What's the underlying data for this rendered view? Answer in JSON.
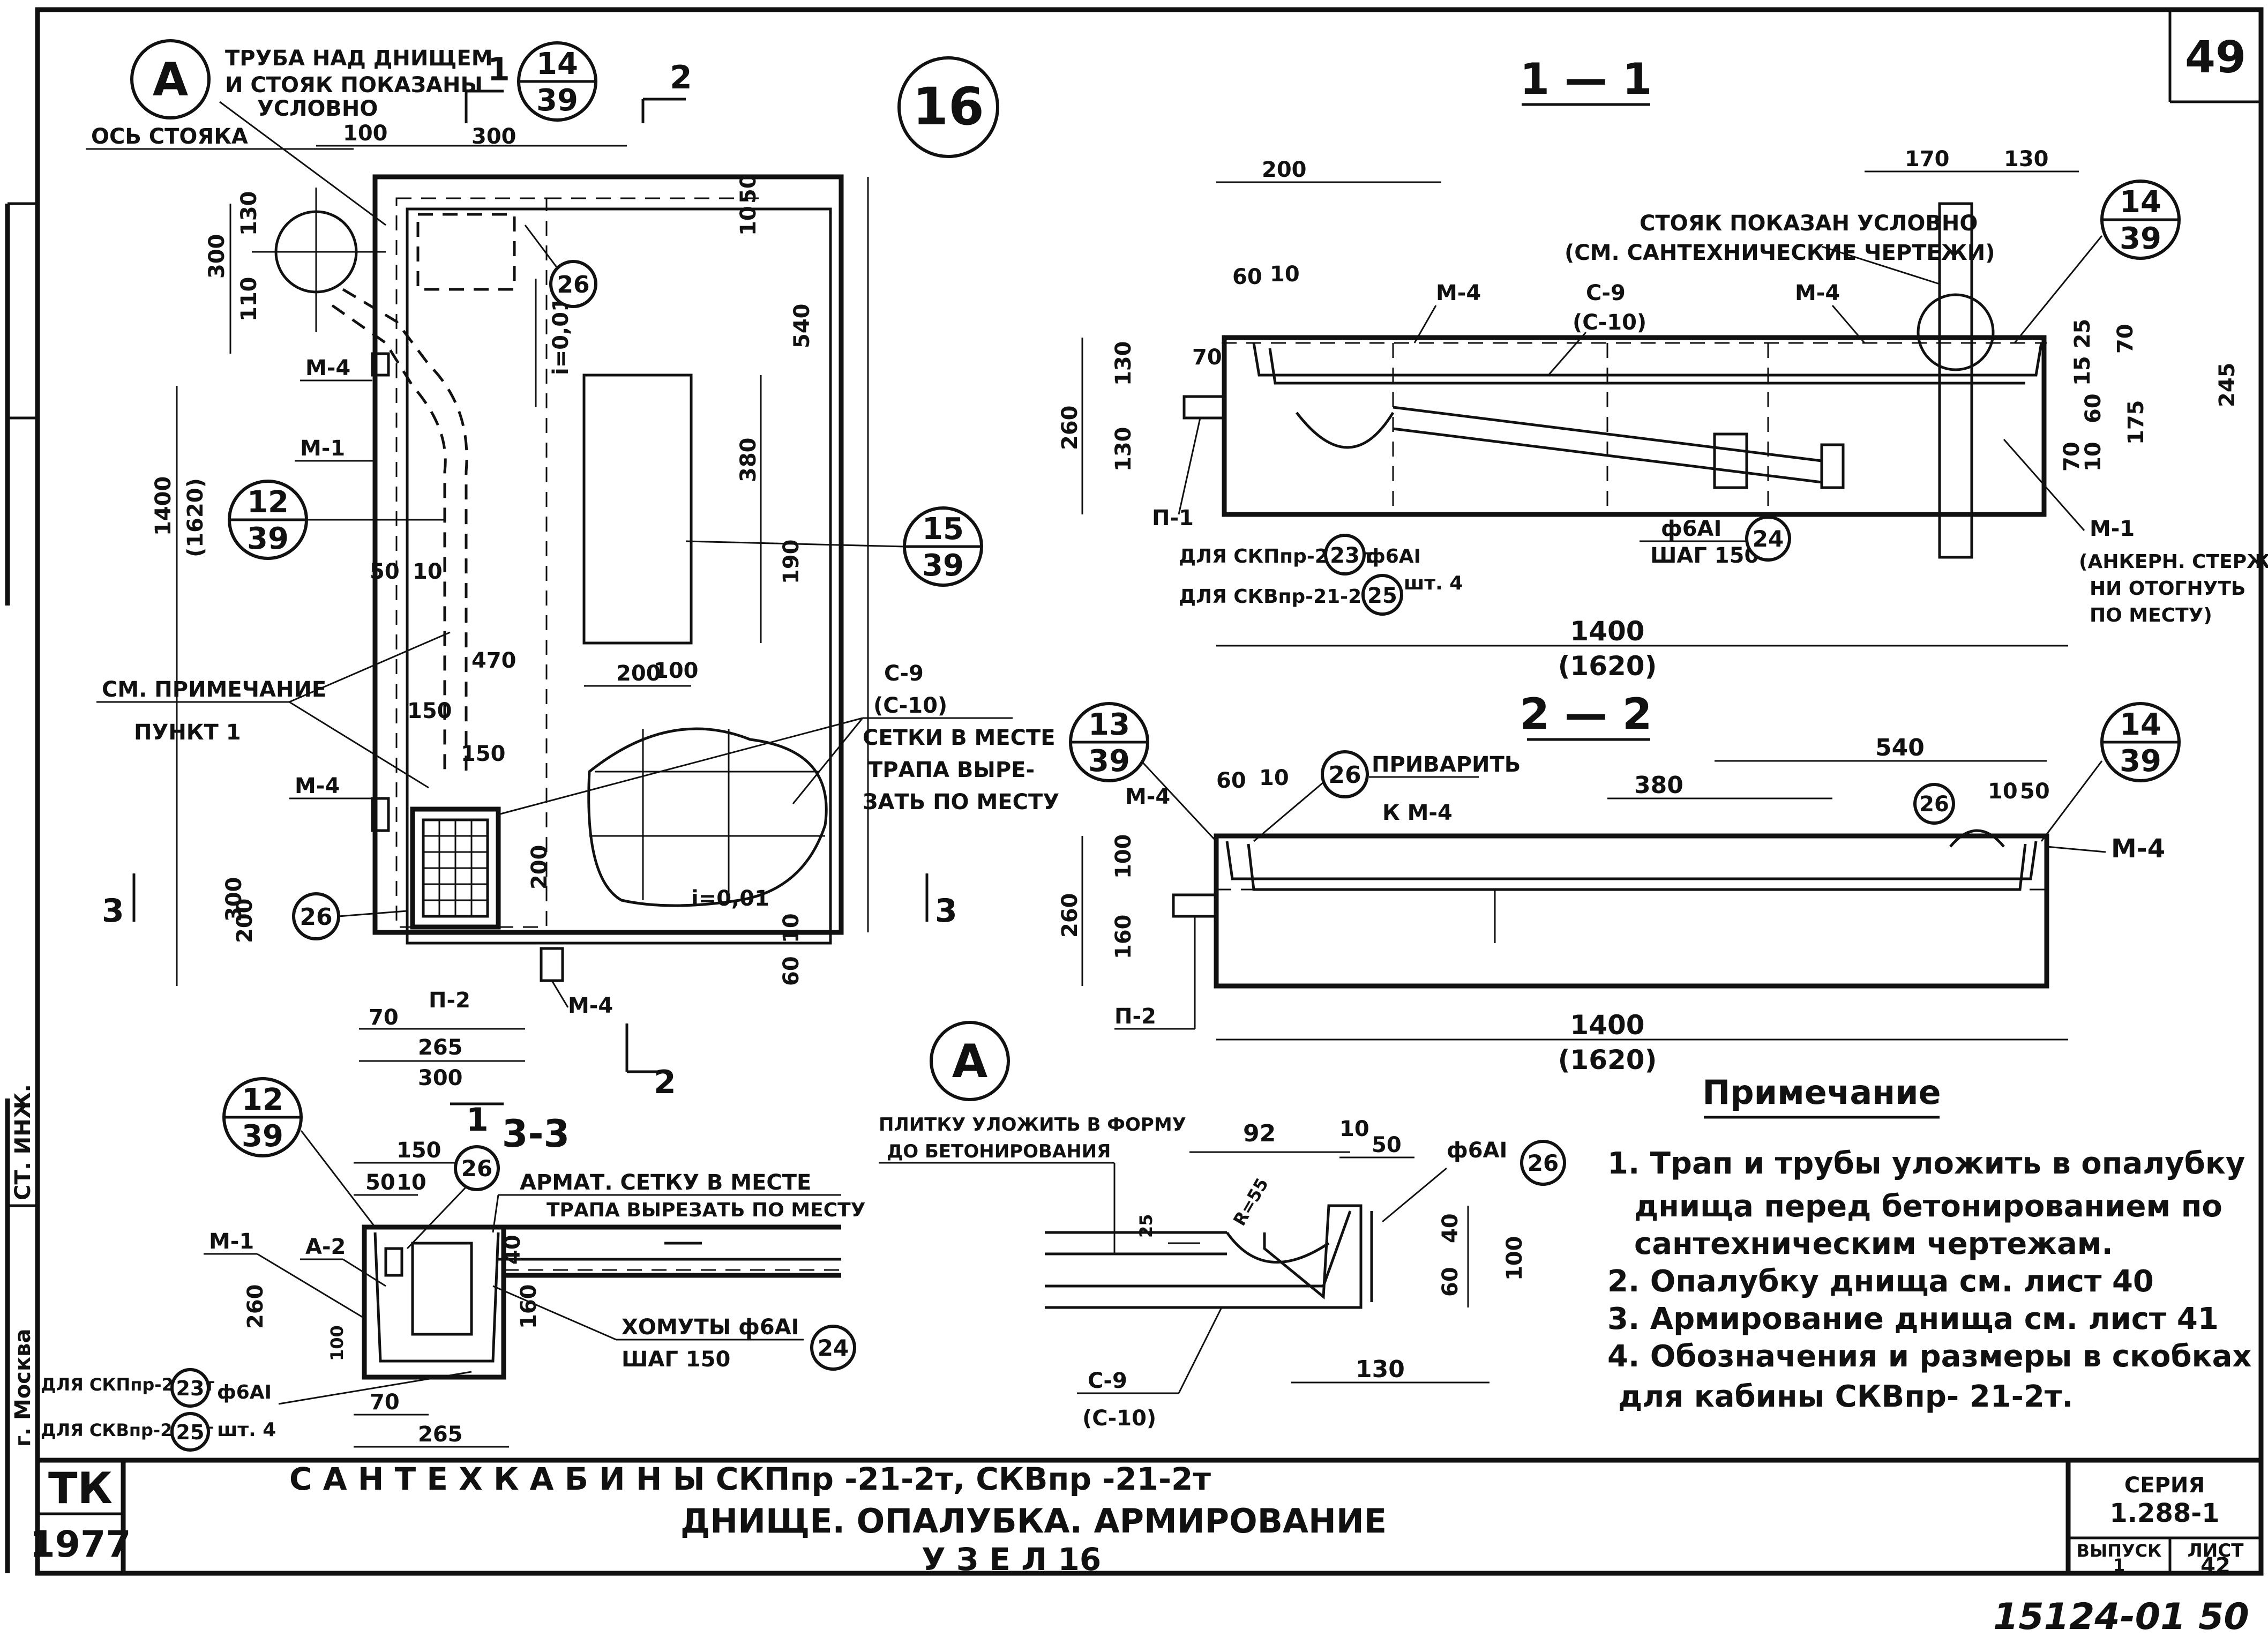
{
  "sheet_no": "49",
  "node_no": "16",
  "bubble_a": "A",
  "top_label": {
    "line1": "ТРУБА НАД ДНИЩЕМ",
    "line2": "И СТОЯК ПОКАЗАНЫ",
    "line3": "УСЛОВНО"
  },
  "riser_axis": "ОСЬ СТОЯКА",
  "plan": {
    "section_1": "1",
    "section_2": "2",
    "section_3": "3",
    "ref_14_39": {
      "top": "14",
      "bottom": "39"
    },
    "ref_12_39": {
      "top": "12",
      "bottom": "39"
    },
    "ref_15_39": {
      "top": "15",
      "bottom": "39"
    },
    "dims": {
      "d100": "100",
      "d300": "300",
      "d50": "50",
      "d10": "10",
      "d540": "540",
      "d380": "380",
      "d190": "190",
      "d200": "200",
      "d100b": "100",
      "d470": "470",
      "d150": "150",
      "d150b": "150",
      "d1400": "1400",
      "d1620": "(1620)",
      "d300v": "300",
      "d130": "130",
      "d110": "110",
      "d50v": "50",
      "d10v": "10",
      "d300b": "300",
      "d200b": "200",
      "d200c": "200",
      "d10c": "10",
      "d60c": "60",
      "d70": "70",
      "d265": "265",
      "d300c": "300"
    },
    "slope1": "i=0,01",
    "slope2": "i=0,01",
    "m4": "М-4",
    "m1": "М-1",
    "m4b": "М-4",
    "m4c": "М-4",
    "p2": "П-2",
    "c9": "С-9",
    "c10": "(С-10)",
    "c9_note1": "СЕТКИ В МЕСТЕ",
    "c9_note2": "ТРАПА ВЫРЕ-",
    "c9_note3": "ЗАТЬ ПО МЕСТУ",
    "see_note1": "СМ. ПРИМЕЧАНИЕ",
    "see_note2": "ПУНКТ 1",
    "bubble26": "26"
  },
  "sec11": {
    "title": "1 — 1",
    "riser_note1": "СТОЯК ПОКАЗАН УСЛОВНО",
    "riser_note2": "(СМ. САНТЕХНИЧЕСКИЕ ЧЕРТЕЖИ)",
    "d200": "200",
    "d170": "170",
    "d130": "130",
    "d60": "60",
    "d10": "10",
    "d70": "70",
    "d260": "260",
    "d130a": "130",
    "d130b": "130",
    "d1525": "15 25",
    "d70b": "70",
    "d245": "245",
    "d175": "175",
    "d60b": "60",
    "d70c": "70",
    "d10b": "10",
    "d1400": "1400",
    "d1620": "(1620)",
    "m4a": "М-4",
    "m4b": "М-4",
    "c9": "С-9",
    "c10": "(С-10)",
    "m1": "М-1",
    "anchor1": "(АНКЕРН. СТЕРЖ-",
    "anchor2": "НИ ОТОГНУТЬ",
    "anchor3": "ПО МЕСТУ)",
    "p1": "П-1",
    "rebar1": "ДЛЯ СКПпр-21-2т",
    "rebar2": "ДЛЯ СКВпр-21-2т",
    "b23": "23",
    "b25": "25",
    "phi6": "ф6АI",
    "pcs4": "шт. 4",
    "phi6b": "ф6АI",
    "step150": "ШАГ 150",
    "b24": "24",
    "ref": {
      "top": "14",
      "bottom": "39"
    }
  },
  "sec22": {
    "title": "2 — 2",
    "ref13": {
      "top": "13",
      "bottom": "39"
    },
    "ref14": {
      "top": "14",
      "bottom": "39"
    },
    "weld1": "ПРИВАРИТЬ",
    "weld2": "К М-4",
    "b26": "26",
    "b26b": "26",
    "d540": "540",
    "d380": "380",
    "d60": "60",
    "d10": "10",
    "d10b": "10",
    "d50": "50",
    "d260": "260",
    "d100": "100",
    "d160": "160",
    "d1400": "1400",
    "d1620": "(1620)",
    "m4a": "М-4",
    "m4b": "М-4",
    "p2": "П-2"
  },
  "sec33": {
    "title": "3-3",
    "ref": {
      "top": "12",
      "bottom": "39"
    },
    "note1": "АРМАТ. СЕТКУ В МЕСТЕ",
    "note2": "ТРАПА ВЫРЕЗАТЬ ПО МЕСТУ",
    "d150": "150",
    "d50": "50",
    "d10": "10",
    "d260": "260",
    "d160": "160",
    "d100": "100",
    "d40": "40",
    "d70": "70",
    "d265": "265",
    "m1": "М-1",
    "a2": "А-2",
    "b26": "26",
    "b23": "23",
    "b25": "25",
    "b24": "24",
    "rebar1": "ДЛЯ СКПпр-21-2т",
    "rebar2": "ДЛЯ СКВпр-21-2т",
    "phi6": "ф6АI",
    "pcs4": "шт. 4",
    "clamps1": "ХОМУТЫ ф6АI",
    "clamps2": "ШАГ 150"
  },
  "nodeA": {
    "bubble": "A",
    "note1": "ПЛИТКУ УЛОЖИТЬ В ФОРМУ",
    "note2": "ДО БЕТОНИРОВАНИЯ",
    "d92": "92",
    "d10": "10",
    "d50": "50",
    "r55": "R=55",
    "d25": "25",
    "d40": "40",
    "d60": "60",
    "d100": "100",
    "d130": "130",
    "phi6": "ф6АI",
    "b26": "26",
    "c9": "С-9",
    "c10": "(С-10)"
  },
  "notes": {
    "title": "Примечание",
    "n1a": "1. Трап и трубы уложить в опалубку",
    "n1b": "днища перед бетонированием по",
    "n1c": "сантехническим чертежам.",
    "n2": "2. Опалубку днища см. лист 40",
    "n3": "3. Армирование днища см. лист 41",
    "n4a": "4. Обозначения и размеры в скобках",
    "n4b": "для кабины СКВпр- 21-2т."
  },
  "side": {
    "st_ing": "СТ. ИНЖ.",
    "moscow": "г. Москва"
  },
  "title_block": {
    "org": "ТК",
    "year": "1977",
    "line1": "С А Н Т Е Х К А Б И Н Ы   СКПпр -21-2т,   СКВпр -21-2т",
    "line2": "ДНИЩЕ. ОПАЛУБКА. АРМИРОВАНИЕ",
    "line3": "У З Е Л  16",
    "series_label": "СЕРИЯ",
    "series_value": "1.288-1",
    "issue_label": "ВЫПУСК",
    "issue_value": "1",
    "sheet_label": "ЛИСТ",
    "sheet_value": "42"
  },
  "stamp": "15124-01  50"
}
